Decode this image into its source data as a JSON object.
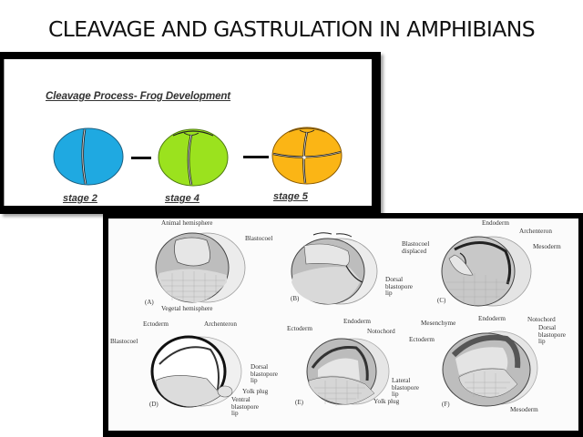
{
  "slide": {
    "title": "CLEAVAGE AND GASTRULATION IN AMPHIBIANS"
  },
  "cleavage_figure": {
    "heading": "Cleavage Process- Frog Development",
    "stages": [
      {
        "label": "stage 2",
        "color": "#1fa9e1"
      },
      {
        "label": "stage 4",
        "color": "#9be21e"
      },
      {
        "label": "stage 5",
        "color": "#fbb515"
      }
    ],
    "separator": "—"
  },
  "gastrulation_figure": {
    "panels": [
      {
        "letter": "(A)",
        "labels": [
          "Animal hemisphere",
          "Blastocoel",
          "Vegetal hemisphere"
        ]
      },
      {
        "letter": "(B)",
        "labels": [
          "Dorsal blastopore lip"
        ]
      },
      {
        "letter": "(C)",
        "labels": [
          "Endoderm",
          "Archenteron",
          "Blastocoel displaced",
          "Mesoderm"
        ]
      },
      {
        "letter": "(D)",
        "labels": [
          "Ectoderm",
          "Archenteron",
          "Blastocoel",
          "Dorsal blastopore lip",
          "Yolk plug",
          "Ventral blastopore lip"
        ]
      },
      {
        "letter": "(E)",
        "labels": [
          "Endoderm",
          "Ectoderm",
          "Notochord",
          "Lateral blastopore lip",
          "Yolk plug"
        ]
      },
      {
        "letter": "(F)",
        "labels": [
          "Endoderm",
          "Mesenchyme",
          "Notochord",
          "Ectoderm",
          "Dorsal blastopore lip",
          "Mesoderm"
        ]
      }
    ]
  }
}
